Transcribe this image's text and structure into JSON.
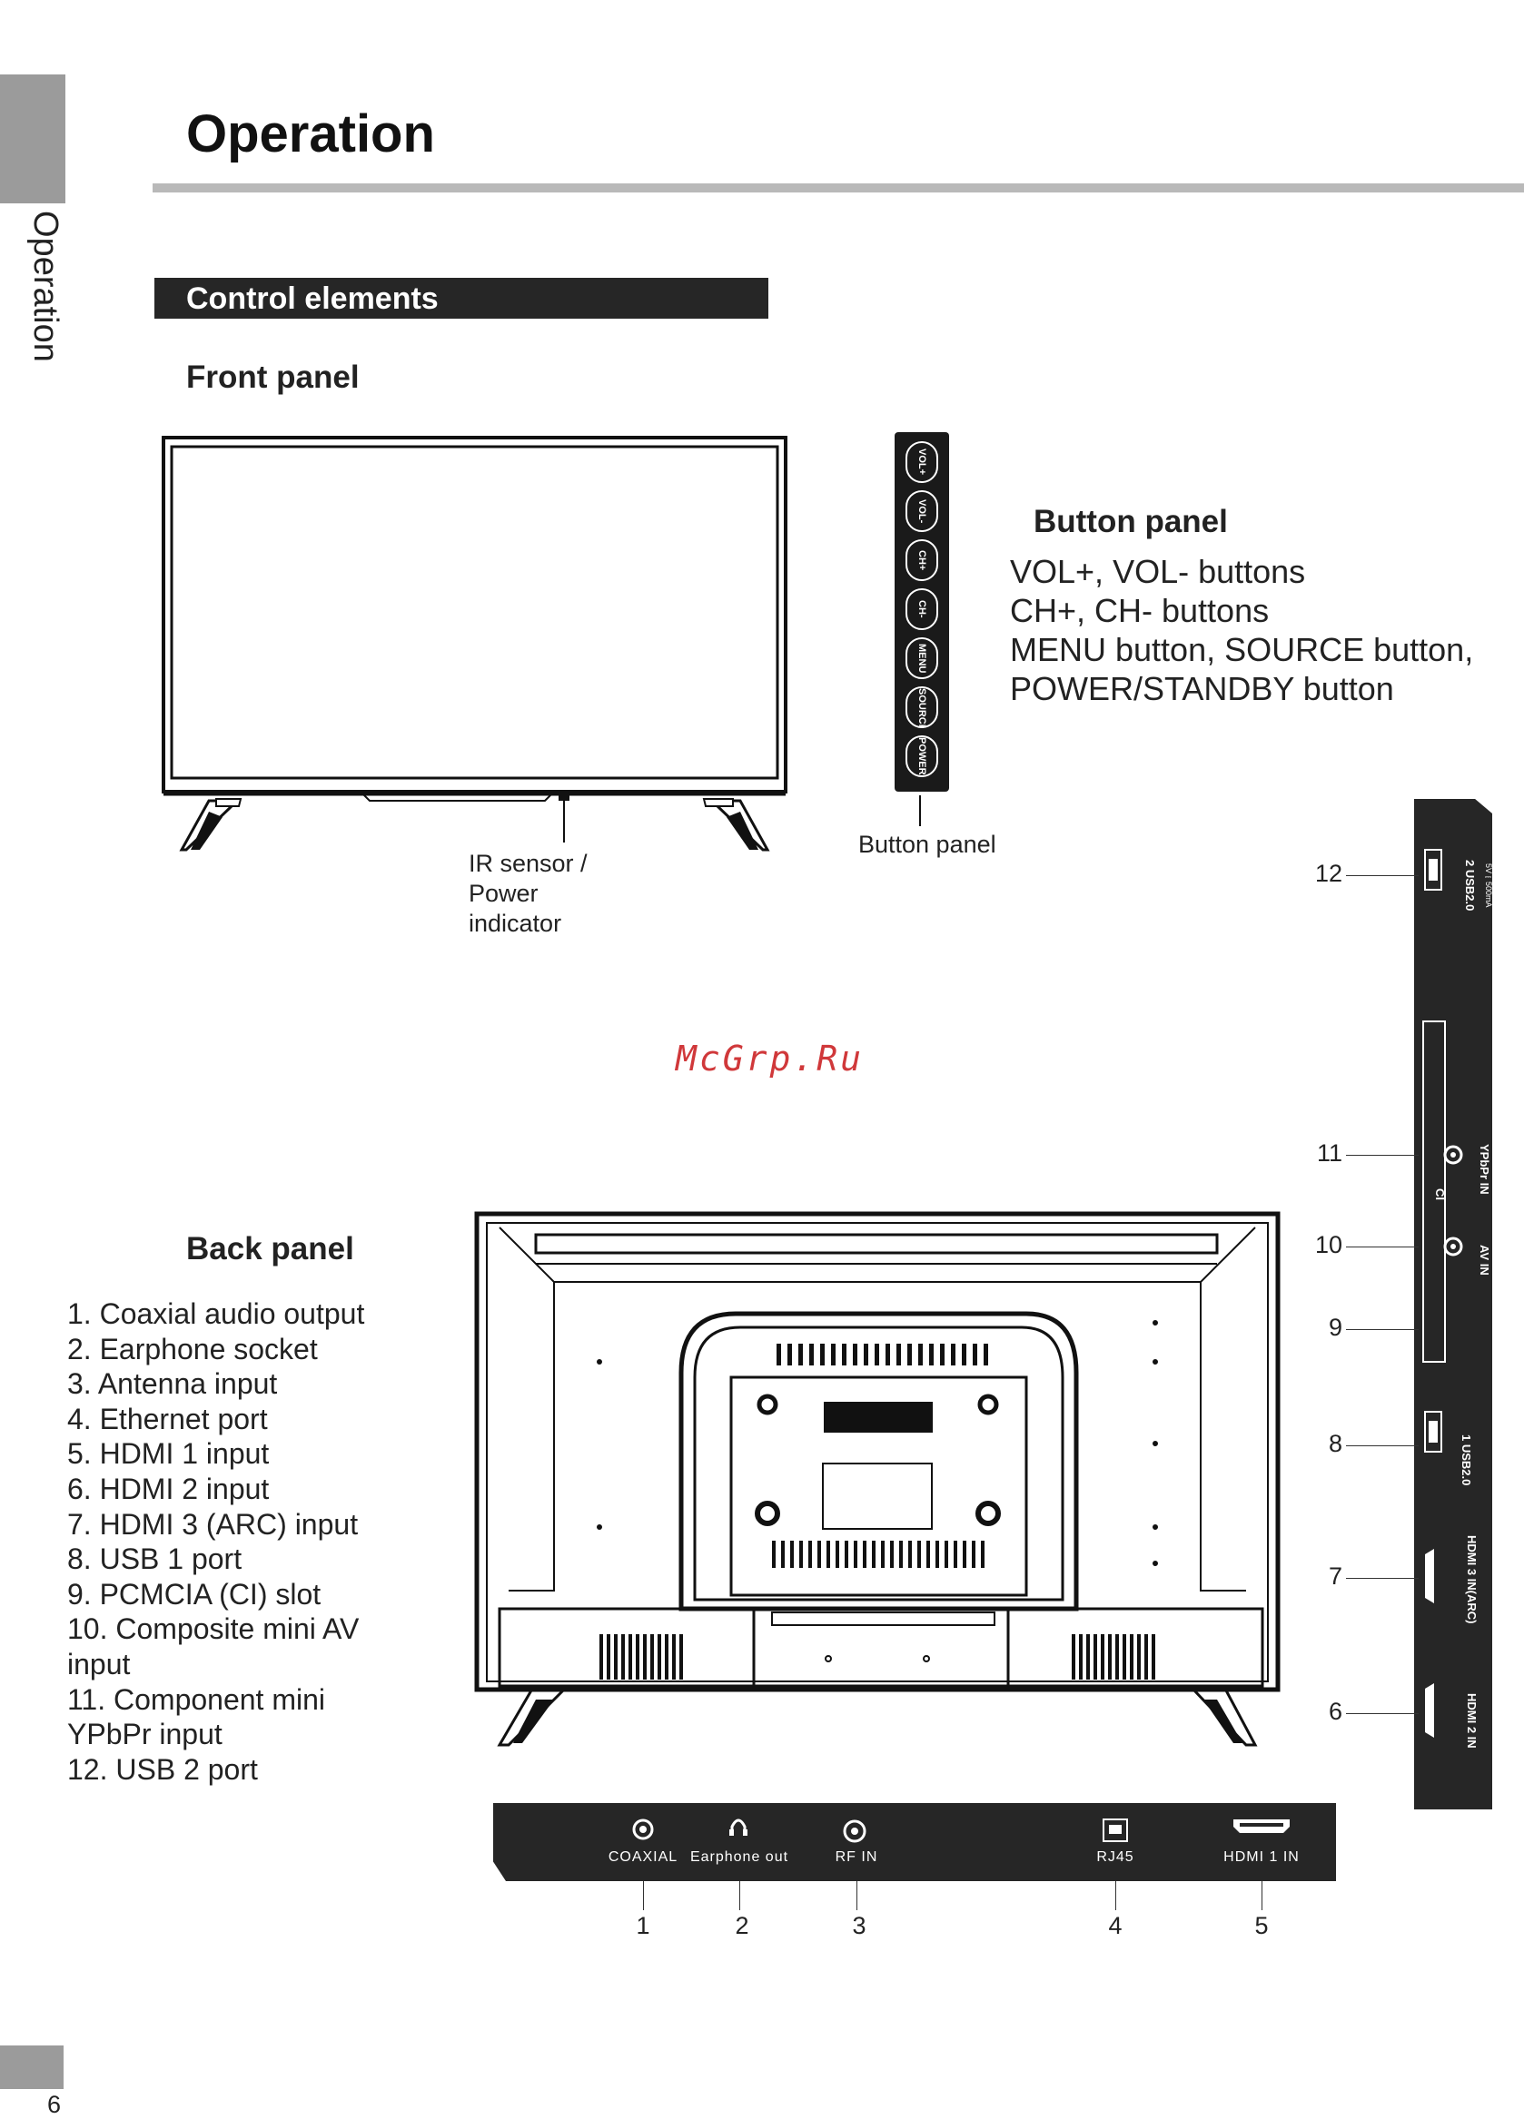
{
  "side_label": "Operation",
  "page_title": "Operation",
  "section_title": "Control elements",
  "front_panel": {
    "heading": "Front panel",
    "ir_label_1": "IR sensor /",
    "ir_label_2": "Power",
    "ir_label_3": "indicator",
    "button_panel_caption": "Button panel",
    "buttons": [
      "VOL+",
      "VOL-",
      "CH+",
      "CH-",
      "MENU",
      "SOURCE",
      "POWER"
    ]
  },
  "button_panel": {
    "heading": "Button panel",
    "lines": [
      "VOL+, VOL- buttons",
      "CH+, CH- buttons",
      "MENU button, SOURCE button,",
      "POWER/STANDBY button"
    ]
  },
  "watermark": "McGrp.Ru",
  "back_panel": {
    "heading": "Back panel",
    "legend": [
      "1. Coaxial audio output",
      "2. Earphone socket",
      "3. Antenna input",
      "4. Ethernet port",
      "5. HDMI 1 input",
      "6. HDMI 2 input",
      "7. HDMI 3 (ARC) input",
      "8. USB 1 port",
      "9. PCMCIA (CI) slot",
      "10. Composite mini AV input",
      "11. Component mini YPbPr input",
      "12. USB 2 port"
    ],
    "bottom_ports": [
      "COAXIAL",
      "Earphone out",
      "RF IN",
      "RJ45",
      "HDMI 1 IN"
    ],
    "bottom_numbers": [
      "1",
      "2",
      "3",
      "4",
      "5"
    ],
    "side_ports": {
      "usb2": "2 USB2.0",
      "usb2_spec": "5V⎓500mA",
      "ypbpr": "YPbPr IN",
      "ci": "CI",
      "av": "AV IN",
      "usb1": "1 USB2.0",
      "hdmi3": "HDMI 3 IN(ARC)",
      "hdmi2": "HDMI 2 IN"
    },
    "side_numbers": [
      "12",
      "11",
      "10",
      "9",
      "8",
      "7",
      "6"
    ]
  },
  "page_number": "6"
}
